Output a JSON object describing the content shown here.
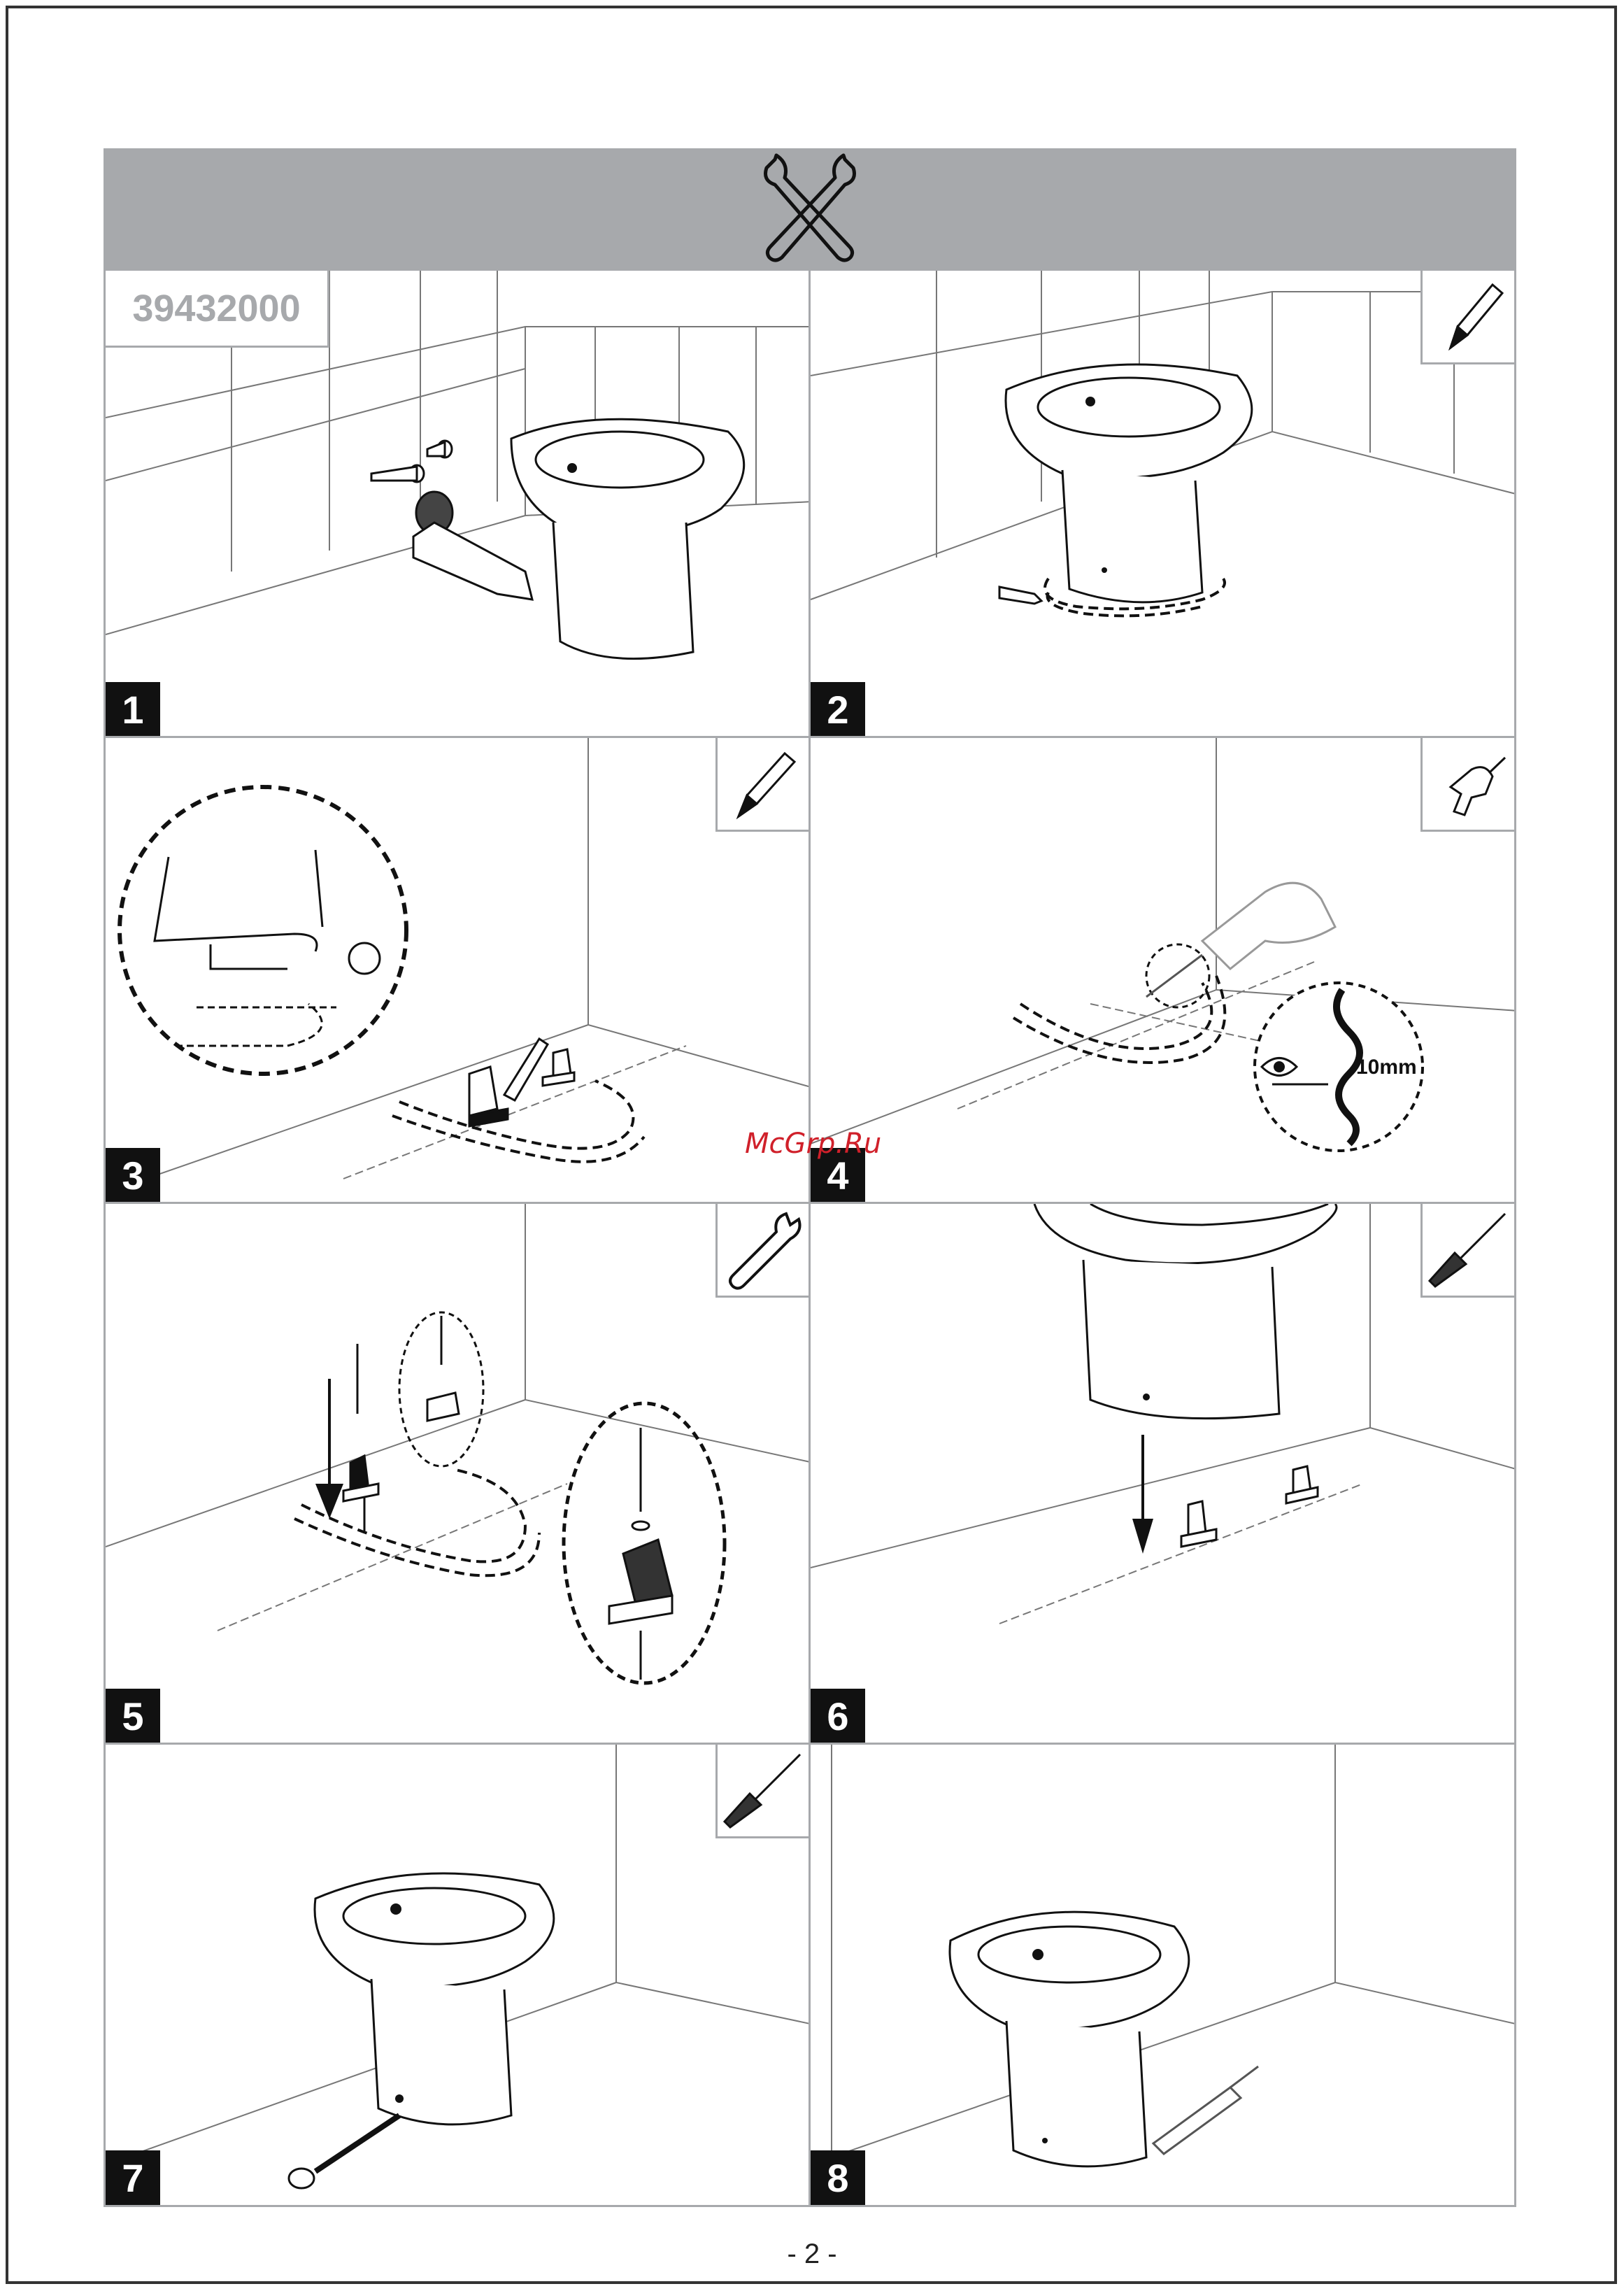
{
  "document": {
    "product_code": "39432000",
    "watermark": "McGrp.Ru",
    "page_number": "- 2 -",
    "header_icon": "crossed-wrenches-icon"
  },
  "steps": [
    {
      "number": "1",
      "tool_icon": ""
    },
    {
      "number": "2",
      "tool_icon": "pencil-icon"
    },
    {
      "number": "3",
      "tool_icon": "pencil-icon"
    },
    {
      "number": "4",
      "tool_icon": "drill-icon",
      "annotation": "10mm"
    },
    {
      "number": "5",
      "tool_icon": "wrench-icon"
    },
    {
      "number": "6",
      "tool_icon": "screwdriver-icon"
    },
    {
      "number": "7",
      "tool_icon": "screwdriver-icon"
    },
    {
      "number": "8",
      "tool_icon": ""
    }
  ]
}
